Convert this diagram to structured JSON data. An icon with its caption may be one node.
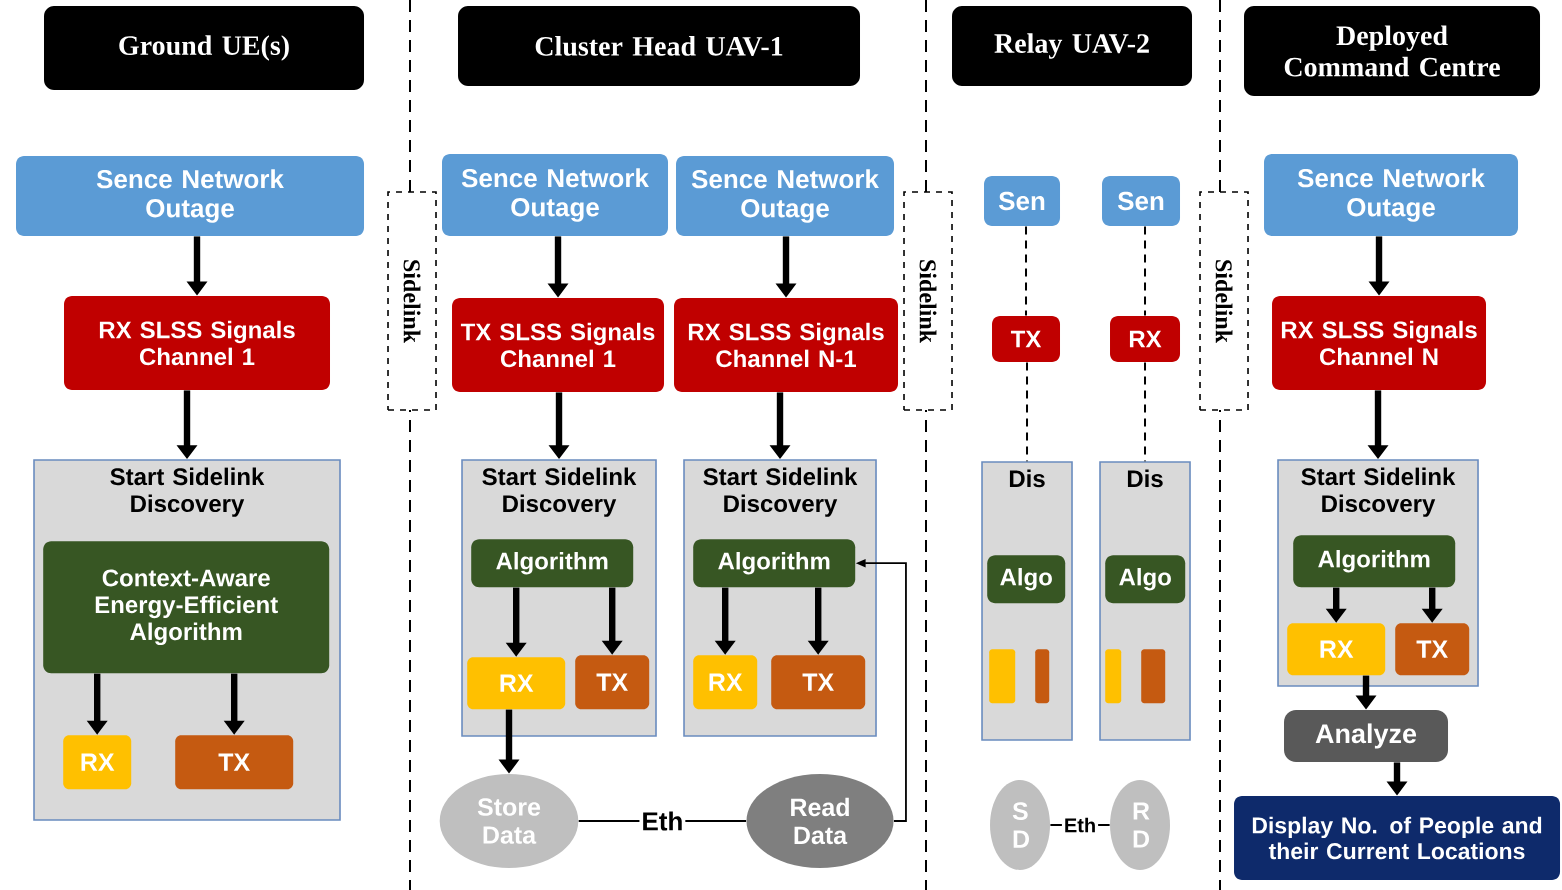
{
  "diagram": {
    "nodes": [
      {
        "text": [
          "Ground UE(s)"
        ]
      },
      {
        "text": [
          "Cluster Head UAV-1"
        ]
      },
      {
        "text": [
          "Relay UAV-2"
        ]
      },
      {
        "text": [
          "Deployed Command Centre"
        ]
      },
      {
        "text": [
          "Sence Network Outage"
        ]
      },
      {
        "text": [
          "RX SLSS Signals Channel 1"
        ]
      },
      {
        "text": [
          "Start Sidelink Discovery"
        ]
      },
      {
        "text": [
          "Context-Aware Energy-Efficient Algorithm"
        ],
        "in": 6
      },
      {
        "text": [
          "RX"
        ],
        "in": 6
      },
      {
        "text": [
          "TX"
        ],
        "in": 6
      },
      {
        "text": [
          "Sidelink"
        ]
      },
      {
        "text": [
          "Sence Network Outage"
        ]
      },
      {
        "text": [
          "TX SLSS Signals Channel 1"
        ]
      },
      {
        "text": [
          "Start Sidelink Discovery"
        ]
      },
      {
        "text": [
          "Algorithm"
        ],
        "in": 13
      },
      {
        "text": [
          "RX"
        ],
        "in": 13
      },
      {
        "text": [
          "TX"
        ],
        "in": 13
      },
      {
        "text": [
          "Sence Network Outage"
        ]
      },
      {
        "text": [
          "RX SLSS Signals Channel N-1"
        ]
      },
      {
        "text": [
          "Start Sidelink Discovery"
        ]
      },
      {
        "text": [
          "Algorithm"
        ],
        "in": 19
      },
      {
        "text": [
          "RX"
        ],
        "in": 19
      },
      {
        "text": [
          "TX"
        ],
        "in": 19
      },
      {
        "text": [
          "Store Data"
        ]
      },
      {
        "text": [
          "Read Data"
        ]
      },
      {
        "text": [
          "Sidelink"
        ]
      },
      {
        "text": [
          "Sen"
        ]
      },
      {
        "text": [
          "Sen"
        ]
      },
      {
        "text": [
          "TX"
        ]
      },
      {
        "text": [
          "RX"
        ]
      },
      {
        "text": [
          "Dis"
        ]
      },
      {
        "text": [
          "Algo"
        ],
        "in": 30
      },
      {
        "text": [],
        "shape": "bar",
        "in": 30
      },
      {
        "text": [],
        "shape": "bar",
        "in": 30
      },
      {
        "text": [
          "Dis"
        ]
      },
      {
        "text": [
          "Algo"
        ],
        "in": 34
      },
      {
        "text": [],
        "shape": "bar",
        "in": 34
      },
      {
        "text": [],
        "shape": "bar",
        "in": 34
      },
      {
        "text": [
          "S D"
        ]
      },
      {
        "text": [
          "R D"
        ]
      },
      {
        "text": [
          "Sidelink"
        ]
      },
      {
        "text": [
          "Sence Network Outage"
        ]
      },
      {
        "text": [
          "RX SLSS Signals Channel N"
        ]
      },
      {
        "text": [
          "Start Sidelink Discovery"
        ]
      },
      {
        "text": [
          "Algorithm"
        ],
        "in": 43
      },
      {
        "text": [
          "RX"
        ],
        "in": 43
      },
      {
        "text": [
          "TX"
        ],
        "in": 43
      },
      {
        "text": [
          "Analyze"
        ]
      },
      {
        "text": [
          "Display No. of People and their Current Locations"
        ]
      }
    ],
    "edges": [
      {
        "from": 4,
        "to": 5,
        "arrow": "to"
      },
      {
        "from": 5,
        "to": 6,
        "arrow": "to"
      },
      {
        "from": 7,
        "to": 8,
        "arrow": "to"
      },
      {
        "from": 7,
        "to": 9,
        "arrow": "to"
      },
      {
        "from": 11,
        "to": 12,
        "arrow": "to"
      },
      {
        "from": 12,
        "to": 13,
        "arrow": "to"
      },
      {
        "from": 14,
        "to": 15,
        "arrow": "to"
      },
      {
        "from": 14,
        "to": 16,
        "arrow": "to"
      },
      {
        "from": 15,
        "to": 23,
        "arrow": "to"
      },
      {
        "from": 17,
        "to": 18,
        "arrow": "to"
      },
      {
        "from": 18,
        "to": 19,
        "arrow": "to"
      },
      {
        "from": 20,
        "to": 21,
        "arrow": "to"
      },
      {
        "from": 20,
        "to": 22,
        "arrow": "to"
      },
      {
        "from": 23,
        "to": 24,
        "arrow": "none",
        "label": "Eth"
      },
      {
        "from": 24,
        "to": 20,
        "arrow": "to"
      },
      {
        "from": 26,
        "to": 28,
        "arrow": "none",
        "style": "dashed"
      },
      {
        "from": 28,
        "to": 30,
        "arrow": "none",
        "style": "dashed"
      },
      {
        "from": 27,
        "to": 29,
        "arrow": "none",
        "style": "dashed"
      },
      {
        "from": 29,
        "to": 34,
        "arrow": "none",
        "style": "dashed"
      },
      {
        "from": 38,
        "to": 39,
        "arrow": "none",
        "label": "Eth"
      },
      {
        "from": 41,
        "to": 42,
        "arrow": "to"
      },
      {
        "from": 42,
        "to": 43,
        "arrow": "to"
      },
      {
        "from": 44,
        "to": 45,
        "arrow": "to"
      },
      {
        "from": 44,
        "to": 46,
        "arrow": "to"
      },
      {
        "from": 45,
        "to": 47,
        "arrow": "to"
      },
      {
        "from": 47,
        "to": 48,
        "arrow": "to"
      }
    ]
  }
}
